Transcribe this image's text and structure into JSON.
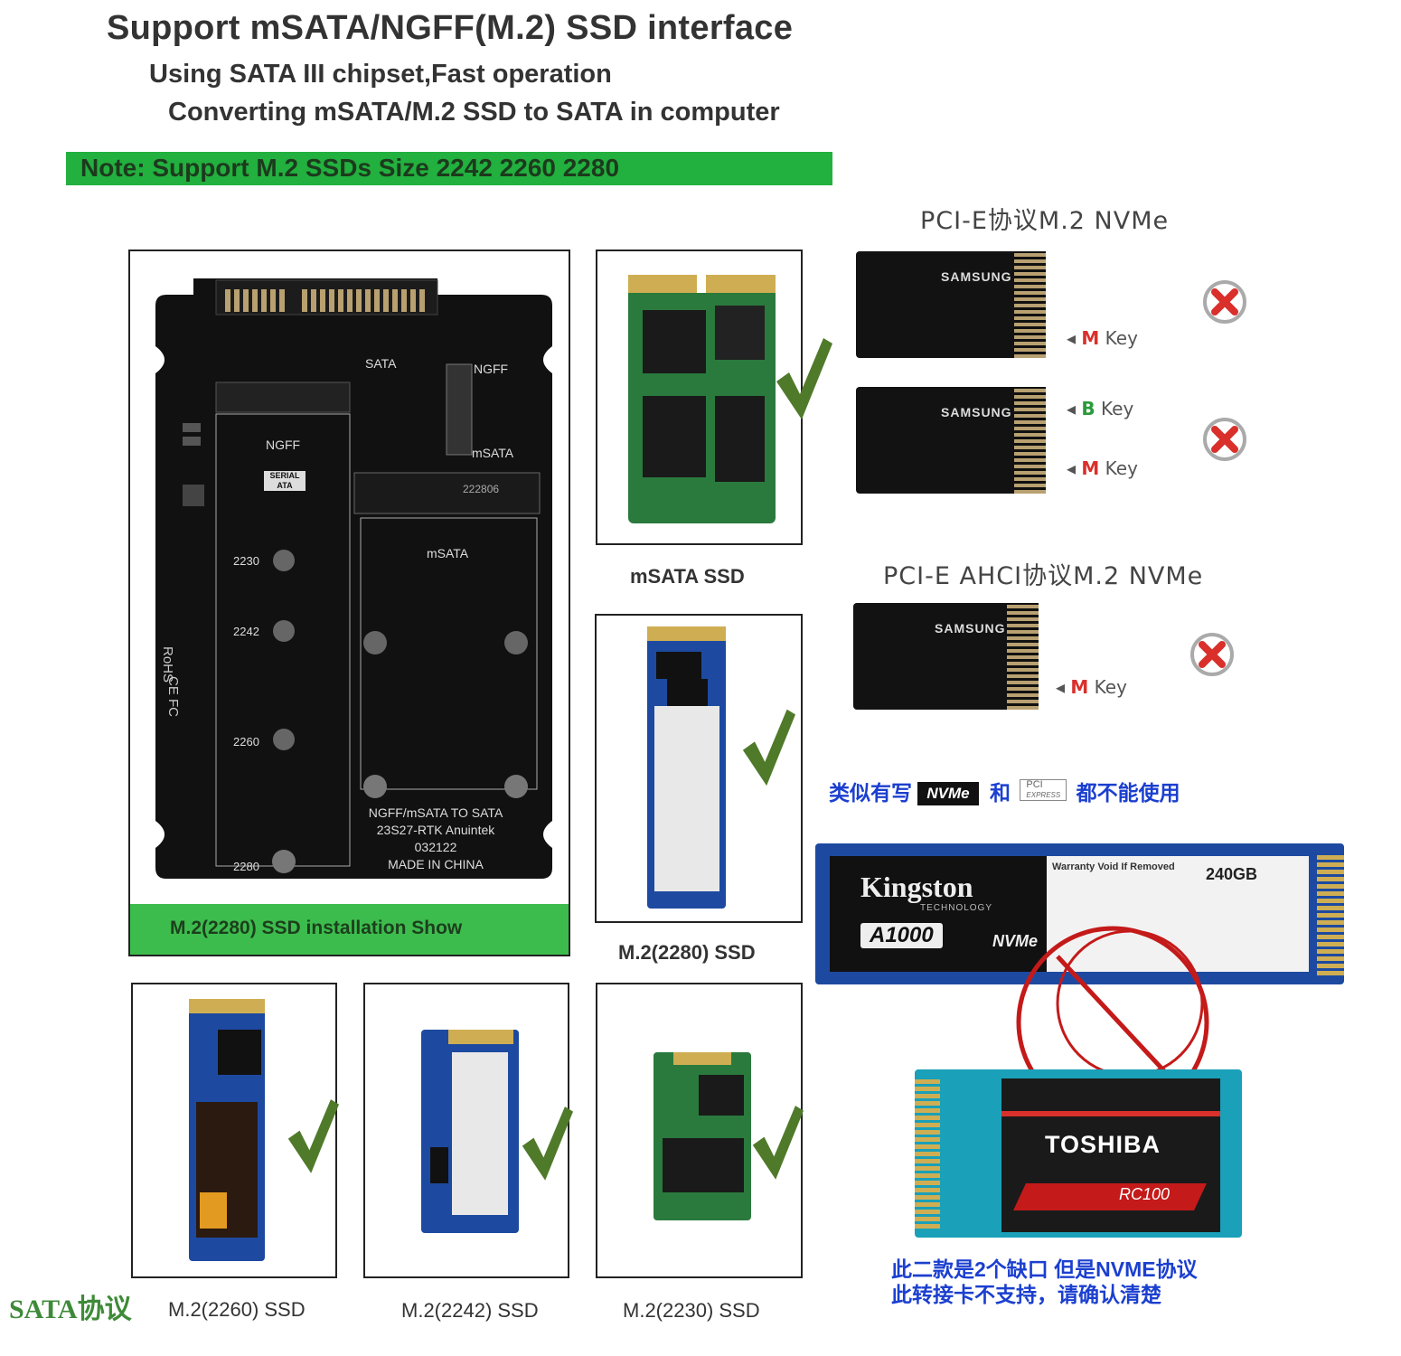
{
  "header": {
    "title": "Support  mSATA/NGFF(M.2)  SSD interface",
    "line2": "Using SATA III chipset,Fast operation",
    "line3": "Converting mSATA/M.2 SSD to SATA in computer",
    "note": "Note: Support M.2 SSDs Size 2242  2260  2280"
  },
  "board": {
    "caption": "M.2(2280) SSD installation Show",
    "sata": "SATA",
    "ngff": "NGFF",
    "ngff_switch": "NGFF",
    "msata_switch": "mSATA",
    "msata_slot": "mSATA",
    "serial_ata": "SERIAL ATA",
    "sizes": [
      "2230",
      "2242",
      "2260",
      "2280"
    ],
    "product_text": [
      "NGFF/mSATA TO SATA",
      "23S27-RTK Anuintek",
      "032122",
      "MADE IN CHINA"
    ],
    "marks": "CE FC",
    "rohs": "RoHS",
    "slot_code": "222806"
  },
  "products": {
    "msata": "mSATA SSD",
    "m2_2280": "M.2(2280) SSD",
    "m2_2260": "M.2(2260) SSD",
    "m2_2242": "M.2(2242) SSD",
    "m2_2230": "M.2(2230) SSD",
    "sata_protocol": "SATA协议"
  },
  "right": {
    "title1": "PCI-E协议M.2 NVMe",
    "title2": "PCI-E AHCI协议M.2 NVMe",
    "samsung": "SAMSUNG",
    "m_key": "M",
    "b_key": "B",
    "key": "Key",
    "warn_pre": "类似有写",
    "warn_nvme": "NVMe",
    "warn_and": "和",
    "warn_pci1": "PCI",
    "warn_pci2": "EXPRESS",
    "warn_post": "都不能使用",
    "kingston": "Kingston",
    "kingston_sub": "TECHNOLOGY",
    "a1000": "A1000",
    "nvme": "NVMe",
    "warranty": "Warranty Void If Removed",
    "capacity": "240GB",
    "toshiba": "TOSHIBA",
    "rc100": "RC100",
    "bottom1": "此二款是2个缺口  但是NVME协议",
    "bottom2": "此转接卡不支持，请确认清楚"
  },
  "colors": {
    "green_band": "#22b03f",
    "check": "#4f7a2a",
    "xmark": "#d9302b",
    "blue_text": "#1b3fcf",
    "pcb_blue": "#1d4aa0"
  }
}
